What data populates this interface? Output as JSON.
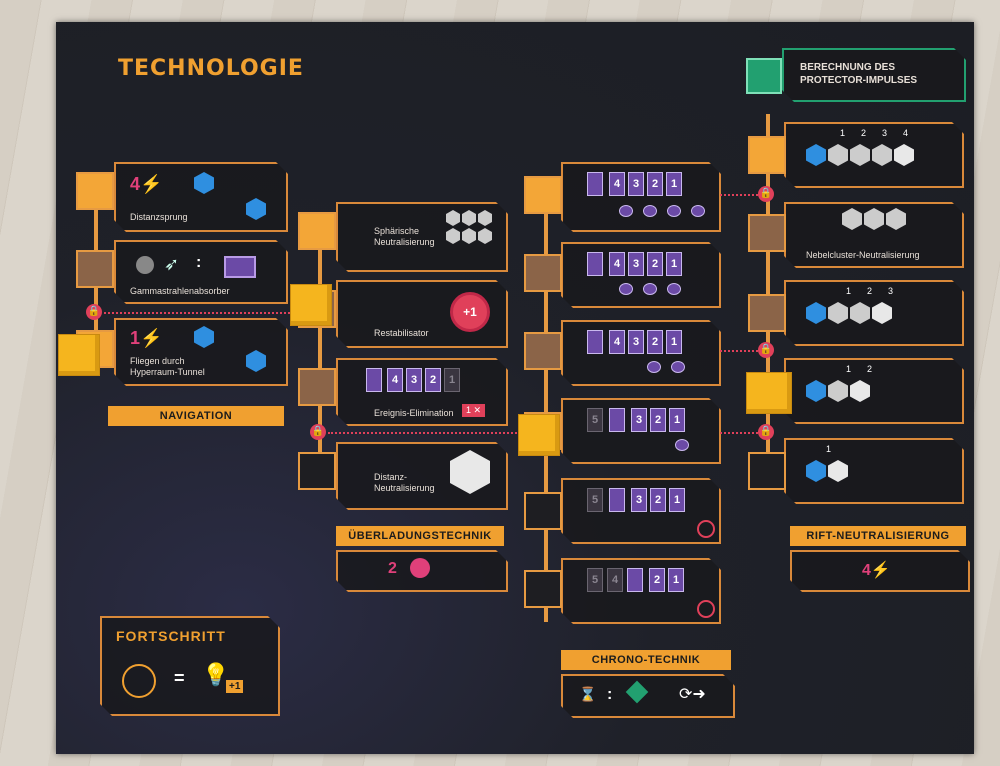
{
  "board": {
    "title": "TECHNOLOGIE",
    "colors": {
      "accent": "#f0a030",
      "lock": "#e0405a",
      "card": "#6b4aa6",
      "hex": "#2f8fe0",
      "teal": "#22a070"
    }
  },
  "navigation": {
    "label": "NAVIGATION",
    "techs": [
      {
        "name": "Distanzsprung",
        "cost": "4"
      },
      {
        "name": "Gammastrahlenabsorber",
        "colon": ":"
      },
      {
        "name": "Fliegen durch Hyperraum-Tunnel",
        "line1": "Fliegen durch",
        "line2": "Hyperraum-Tunnel",
        "cost": "1"
      }
    ]
  },
  "overload": {
    "label": "ÜBERLADUNGSTECHNIK",
    "value": "2",
    "techs": [
      {
        "name": "Sphärische Neutralisierung",
        "line1": "Sphärische",
        "line2": "Neutralisierung"
      },
      {
        "name": "Restabilisator",
        "badge": "+1"
      },
      {
        "name": "Ereignis-Elimination",
        "badge": "1",
        "cards": [
          "4",
          "3",
          "2",
          "1"
        ]
      },
      {
        "name": "Distanz-Neutralisierung",
        "line1": "Distanz-",
        "line2": "Neutralisierung"
      }
    ]
  },
  "chrono": {
    "label": "CHRONO-TECHNIK",
    "colon": ":",
    "rows": [
      {
        "cards": [
          "4",
          "3",
          "2",
          "1"
        ]
      },
      {
        "cards": [
          "4",
          "3",
          "2",
          "1"
        ]
      },
      {
        "cards": [
          "4",
          "3",
          "2",
          "1"
        ]
      },
      {
        "cards": [
          "5",
          "3",
          "2",
          "1"
        ]
      },
      {
        "cards": [
          "5",
          "3",
          "2",
          "1"
        ]
      },
      {
        "cards": [
          "5",
          "4",
          "2",
          "1"
        ]
      }
    ]
  },
  "rift": {
    "label": "RIFT-NEUTRALISIERUNG",
    "cost": "4",
    "calc": {
      "line1": "BERECHNUNG DES",
      "line2": "PROTECTOR-IMPULSES"
    },
    "techs": [
      {
        "name": "",
        "nums": [
          "1",
          "2",
          "3",
          "4"
        ]
      },
      {
        "name": "Nebelcluster-Neutralisierung"
      },
      {
        "name": "",
        "nums": [
          "1",
          "2",
          "3"
        ]
      },
      {
        "name": "",
        "nums": [
          "1",
          "2"
        ]
      },
      {
        "name": "",
        "nums": [
          "1"
        ]
      }
    ]
  },
  "progress": {
    "label": "FORTSCHRITT",
    "equals": "=",
    "plus": "+1"
  }
}
